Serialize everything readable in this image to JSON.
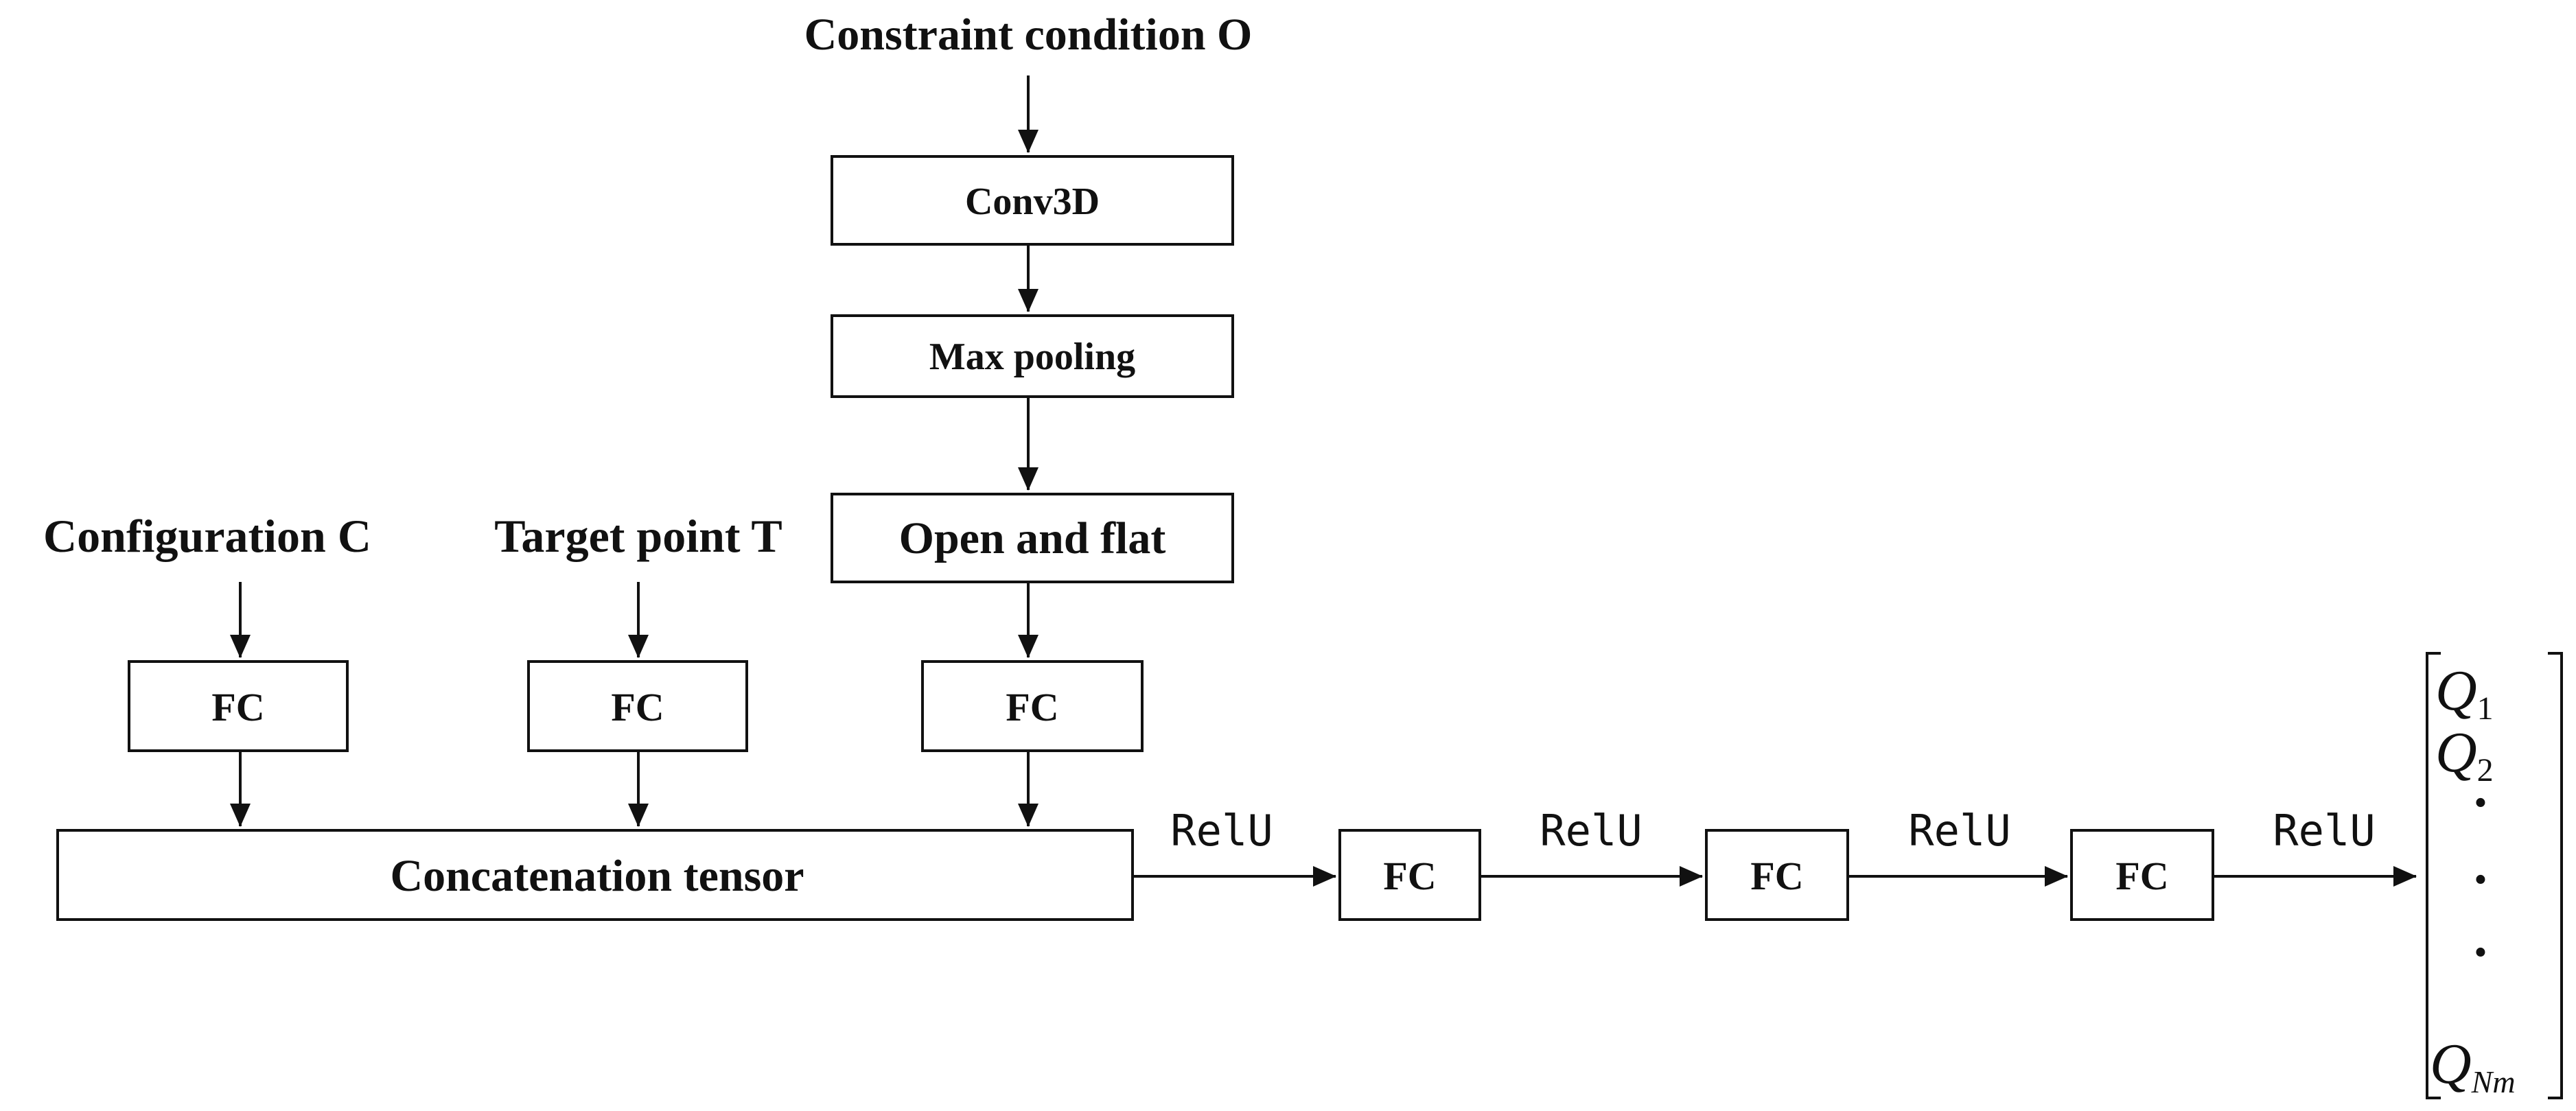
{
  "inputs": {
    "constraint": "Constraint condition O",
    "configuration": "Configuration C",
    "target": "Target point T"
  },
  "layers": {
    "conv3d": "Conv3D",
    "max_pooling": "Max pooling",
    "open_flat": "Open and flat",
    "fc_config": "FC",
    "fc_target": "FC",
    "fc_constraint": "FC",
    "concat": "Concatenation tensor",
    "fc_1": "FC",
    "fc_2": "FC",
    "fc_3": "FC"
  },
  "activations": [
    "RelU",
    "RelU",
    "RelU",
    "RelU"
  ],
  "output_vector": {
    "q1": {
      "base": "Q",
      "sub": "1"
    },
    "q2": {
      "base": "Q",
      "sub": "2"
    },
    "dots": [
      "·",
      "·",
      "·"
    ],
    "qn": {
      "base": "Q",
      "sub": "Nm"
    }
  },
  "colors": {
    "stroke": "#111111",
    "background": "#ffffff"
  }
}
